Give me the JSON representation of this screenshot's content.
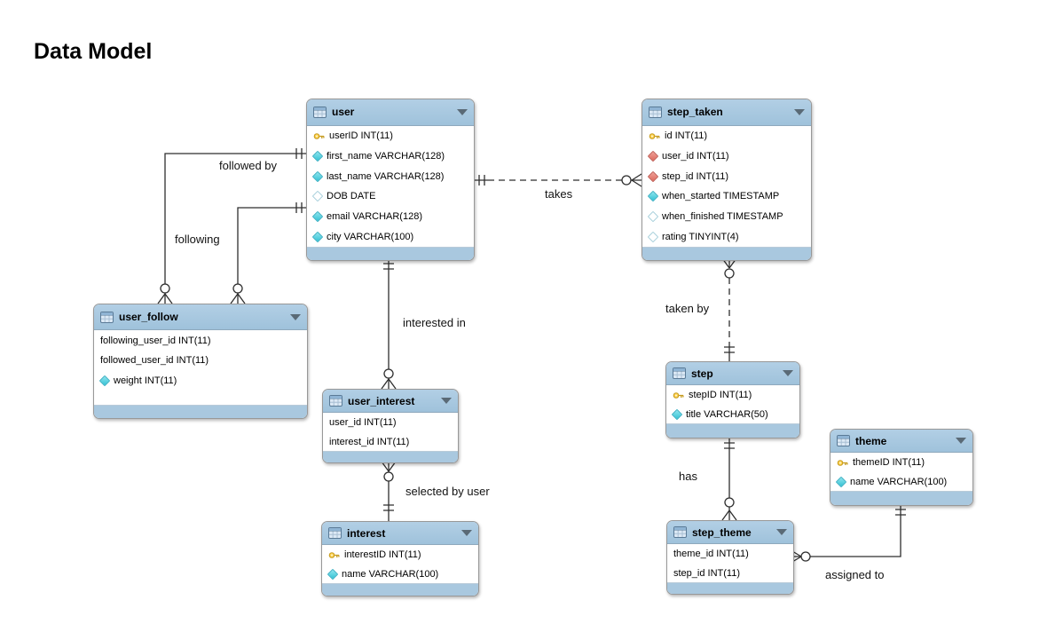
{
  "page": {
    "title": "Data Model"
  },
  "diagram": {
    "colors": {
      "table_header": "#a6c6de",
      "table_body": "#ffffff",
      "table_border": "#989898",
      "connector_line": "#2e2e2e",
      "primary_key": "#ffd34f",
      "attribute": "#49cfdd",
      "foreign_key": "#e2756b"
    },
    "tables": [
      {
        "id": "user",
        "name": "user",
        "columns": [
          {
            "icon": "key",
            "text": "userID INT(11)"
          },
          {
            "icon": "diamond-filled",
            "text": "first_name VARCHAR(128)"
          },
          {
            "icon": "diamond-filled",
            "text": "last_name VARCHAR(128)"
          },
          {
            "icon": "diamond-open",
            "text": "DOB DATE"
          },
          {
            "icon": "diamond-filled",
            "text": "email VARCHAR(128)"
          },
          {
            "icon": "diamond-filled",
            "text": "city VARCHAR(100)"
          }
        ]
      },
      {
        "id": "step_taken",
        "name": "step_taken",
        "columns": [
          {
            "icon": "key",
            "text": "id INT(11)"
          },
          {
            "icon": "diamond-fk",
            "text": "user_id INT(11)"
          },
          {
            "icon": "diamond-fk",
            "text": "step_id INT(11)"
          },
          {
            "icon": "diamond-filled",
            "text": "when_started TIMESTAMP"
          },
          {
            "icon": "diamond-open",
            "text": "when_finished TIMESTAMP"
          },
          {
            "icon": "diamond-open",
            "text": "rating TINYINT(4)"
          }
        ]
      },
      {
        "id": "user_follow",
        "name": "user_follow",
        "columns": [
          {
            "icon": "none",
            "text": "following_user_id INT(11)"
          },
          {
            "icon": "none",
            "text": "followed_user_id INT(11)"
          },
          {
            "icon": "diamond-filled",
            "text": "weight INT(11)"
          }
        ]
      },
      {
        "id": "user_interest",
        "name": "user_interest",
        "columns": [
          {
            "icon": "none",
            "text": "user_id INT(11)"
          },
          {
            "icon": "none",
            "text": "interest_id INT(11)"
          }
        ]
      },
      {
        "id": "interest",
        "name": "interest",
        "columns": [
          {
            "icon": "key",
            "text": "interestID INT(11)"
          },
          {
            "icon": "diamond-filled",
            "text": "name VARCHAR(100)"
          }
        ]
      },
      {
        "id": "step",
        "name": "step",
        "columns": [
          {
            "icon": "key",
            "text": "stepID INT(11)"
          },
          {
            "icon": "diamond-filled",
            "text": "title VARCHAR(50)"
          }
        ]
      },
      {
        "id": "theme",
        "name": "theme",
        "columns": [
          {
            "icon": "key",
            "text": "themeID INT(11)"
          },
          {
            "icon": "diamond-filled",
            "text": "name VARCHAR(100)"
          }
        ]
      },
      {
        "id": "step_theme",
        "name": "step_theme",
        "columns": [
          {
            "icon": "none",
            "text": "theme_id INT(11)"
          },
          {
            "icon": "none",
            "text": "step_id INT(11)"
          }
        ]
      }
    ],
    "relationships": [
      {
        "id": "followed-by",
        "label": "followed by",
        "from": "user",
        "to": "user_follow",
        "from_cardinality": "one",
        "to_cardinality": "zero-or-many",
        "line": "solid"
      },
      {
        "id": "following",
        "label": "following",
        "from": "user",
        "to": "user_follow",
        "from_cardinality": "one",
        "to_cardinality": "zero-or-many",
        "line": "solid"
      },
      {
        "id": "takes",
        "label": "takes",
        "from": "user",
        "to": "step_taken",
        "from_cardinality": "one",
        "to_cardinality": "zero-or-many",
        "line": "dashed"
      },
      {
        "id": "taken-by",
        "label": "taken by",
        "from": "step",
        "to": "step_taken",
        "from_cardinality": "one",
        "to_cardinality": "zero-or-many",
        "line": "dashed"
      },
      {
        "id": "interested-in",
        "label": "interested in",
        "from": "user",
        "to": "user_interest",
        "from_cardinality": "one",
        "to_cardinality": "zero-or-many",
        "line": "solid"
      },
      {
        "id": "selected-by-user",
        "label": "selected by user",
        "from": "interest",
        "to": "user_interest",
        "from_cardinality": "one",
        "to_cardinality": "zero-or-many",
        "line": "solid"
      },
      {
        "id": "has",
        "label": "has",
        "from": "step",
        "to": "step_theme",
        "from_cardinality": "one",
        "to_cardinality": "zero-or-many",
        "line": "solid"
      },
      {
        "id": "assigned-to",
        "label": "assigned to",
        "from": "theme",
        "to": "step_theme",
        "from_cardinality": "one",
        "to_cardinality": "zero-or-many",
        "line": "solid"
      }
    ]
  }
}
